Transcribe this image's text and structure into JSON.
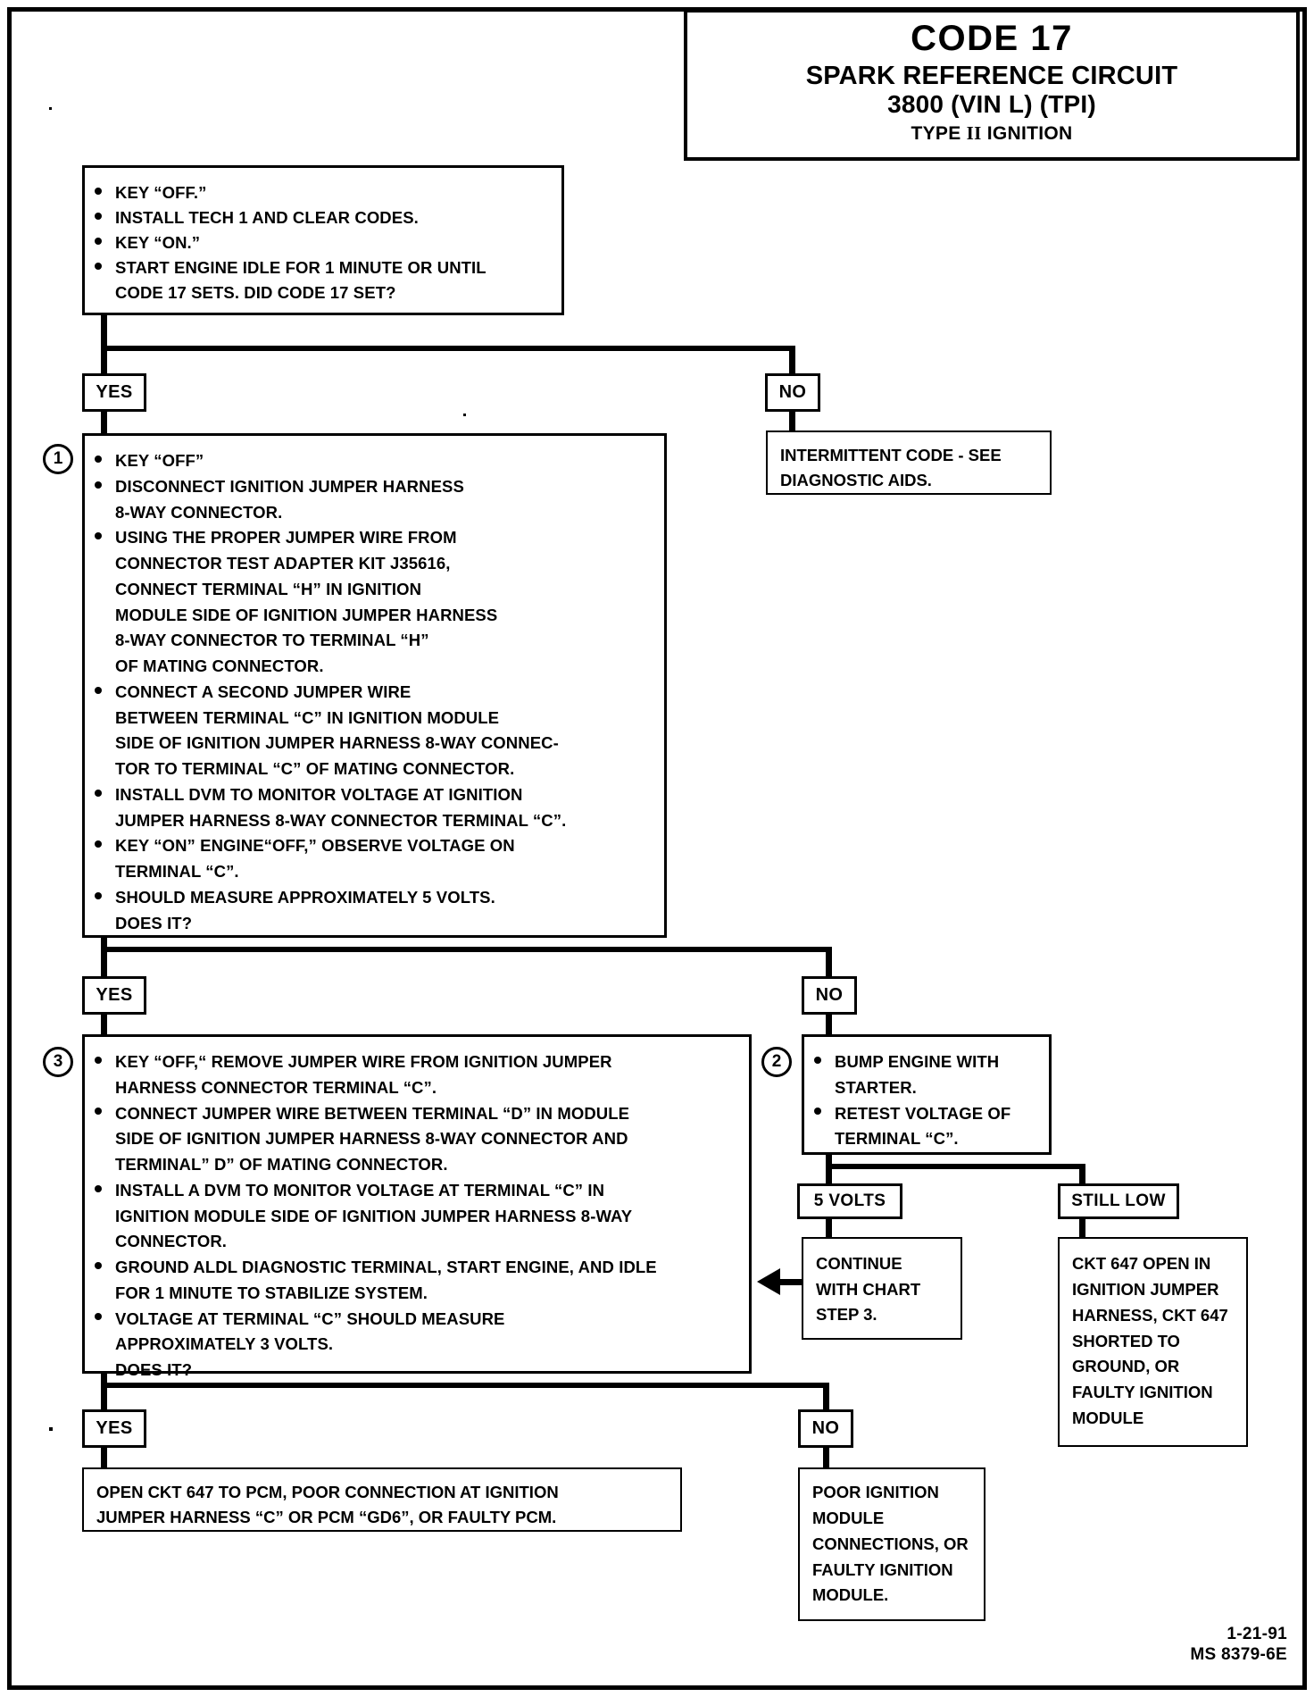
{
  "title": {
    "code": "CODE 17",
    "circuit": "SPARK REFERENCE CIRCUIT",
    "engine": "3800  (VIN L)  (TPI)",
    "type_prefix": "TYPE ",
    "type_roman": "II",
    "type_suffix": " IGNITION"
  },
  "start_box": {
    "name": "start-instructions",
    "items": [
      "KEY “OFF.”",
      "INSTALL TECH 1 AND CLEAR CODES.",
      "KEY “ON.”",
      "START ENGINE IDLE FOR 1 MINUTE OR UNTIL",
      "CODE 17 SETS.  DID CODE 17 SET?"
    ]
  },
  "branch_labels": {
    "yes1": "YES",
    "no1": "NO",
    "yes2": "YES",
    "no2": "NO",
    "yes3": "YES",
    "no3": "NO",
    "five_volts": "5 VOLTS",
    "still_low": "STILL LOW"
  },
  "step_numbers": {
    "one": "1",
    "two": "2",
    "three": "3"
  },
  "intermittent_box": {
    "lines": [
      "INTERMITTENT CODE - SEE",
      "DIAGNOSTIC AIDS."
    ]
  },
  "step1_box": {
    "items": [
      "KEY “OFF”",
      "DISCONNECT IGNITION JUMPER HARNESS",
      "8-WAY CONNECTOR.",
      "USING THE PROPER JUMPER WIRE FROM",
      "CONNECTOR TEST ADAPTER KIT J35616,",
      "CONNECT TERMINAL “H” IN IGNITION",
      "MODULE SIDE OF IGNITION JUMPER HARNESS",
      "8-WAY CONNECTOR TO TERMINAL “H”",
      "OF MATING CONNECTOR.",
      "CONNECT A SECOND JUMPER WIRE",
      "BETWEEN TERMINAL “C”  IN IGNITION MODULE",
      "SIDE OF IGNITION JUMPER HARNESS 8-WAY CONNEC-",
      "TOR TO TERMINAL “C” OF MATING CONNECTOR.",
      "INSTALL DVM TO MONITOR  VOLTAGE AT IGNITION",
      "JUMPER HARNESS 8-WAY CONNECTOR TERMINAL “C”.",
      "KEY “ON” ENGINE“OFF,”  OBSERVE VOLTAGE ON",
      "TERMINAL “C”.",
      "SHOULD MEASURE APPROXIMATELY 5  VOLTS.",
      "DOES IT?"
    ],
    "bullet_at": [
      0,
      1,
      3,
      9,
      13,
      15,
      17
    ]
  },
  "step2_box": {
    "items": [
      "BUMP ENGINE WITH",
      "STARTER.",
      "RETEST VOLTAGE OF",
      "TERMINAL “C”."
    ],
    "bullet_at": [
      0,
      2
    ]
  },
  "step3_box": {
    "items": [
      "KEY “OFF,“ REMOVE JUMPER WIRE FROM IGNITION JUMPER",
      "HARNESS CONNECTOR TERMINAL “C”.",
      "CONNECT JUMPER WIRE BETWEEN TERMINAL “D” IN MODULE",
      "SIDE OF IGNITION JUMPER HARNESS 8-WAY CONNECTOR  AND",
      "TERMINAL” D” OF MATING CONNECTOR.",
      "INSTALL A DVM TO MONITOR VOLTAGE AT TERMINAL “C” IN",
      "IGNITION MODULE SIDE OF IGNITION JUMPER HARNESS 8-WAY",
      "CONNECTOR.",
      "GROUND ALDL DIAGNOSTIC TERMINAL, START ENGINE, AND IDLE",
      "FOR 1 MINUTE TO STABILIZE SYSTEM.",
      "VOLTAGE AT TERMINAL “C” SHOULD MEASURE",
      " APPROXIMATELY 3 VOLTS.",
      "DOES IT?"
    ],
    "bullet_at": [
      0,
      2,
      5,
      8,
      10
    ]
  },
  "continue_box": {
    "lines": [
      "CONTINUE",
      "WITH CHART",
      "STEP 3."
    ]
  },
  "ckt647_box": {
    "lines": [
      "CKT 647 OPEN IN",
      "IGNITION JUMPER",
      "HARNESS, CKT 647",
      "SHORTED TO",
      "GROUND, OR",
      "FAULTY IGNITION",
      "MODULE"
    ]
  },
  "open_ckt_box": {
    "lines": [
      "OPEN CKT 647 TO PCM, POOR CONNECTION AT IGNITION",
      "JUMPER HARNESS “C” OR PCM “GD6”, OR FAULTY PCM."
    ]
  },
  "poor_ignition_box": {
    "lines": [
      "POOR IGNITION",
      "MODULE",
      "CONNECTIONS, OR",
      "FAULTY IGNITION",
      "MODULE."
    ]
  },
  "footer": {
    "date": "1-21-91",
    "docnum": "MS 8379-6E"
  },
  "colors": {
    "ink": "#000000",
    "paper": "#ffffff"
  }
}
